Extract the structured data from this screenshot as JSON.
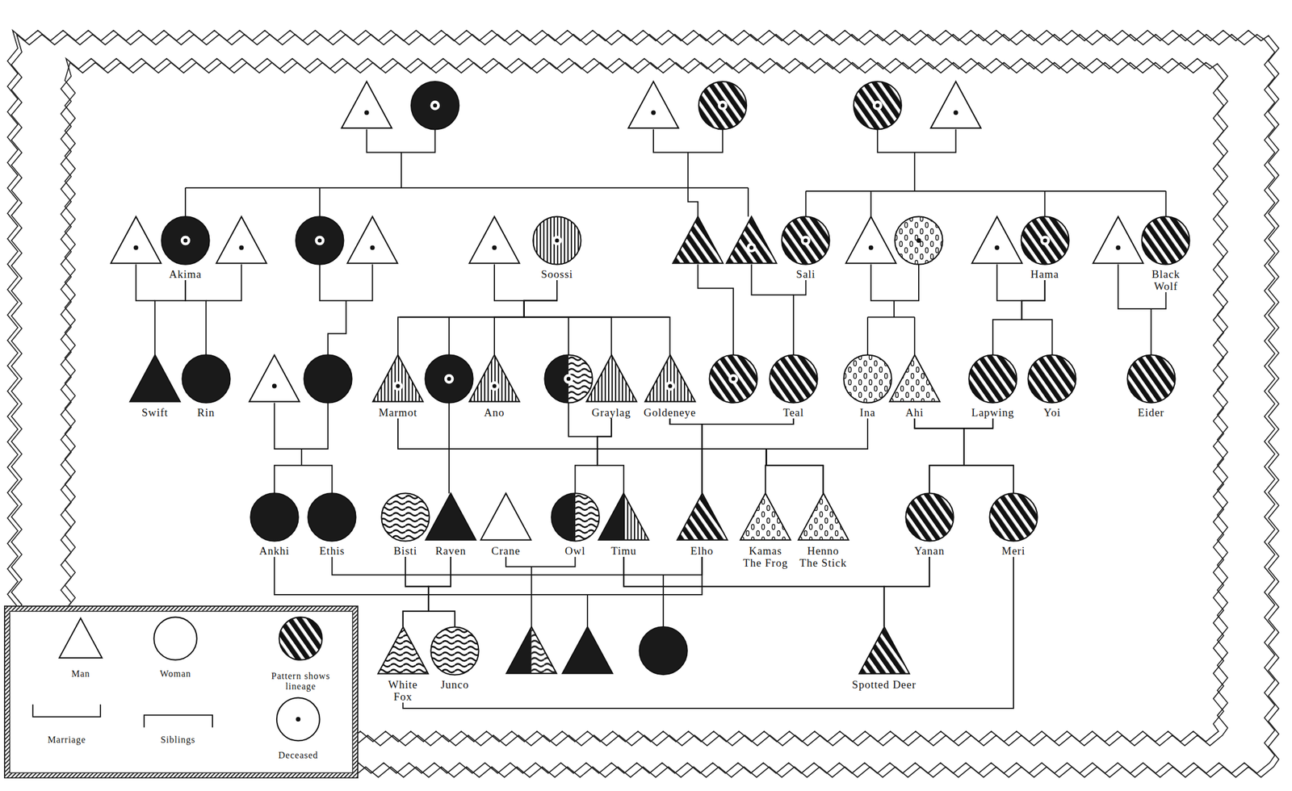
{
  "diagram": {
    "nodes": [
      {
        "text": [
          "Akima"
        ]
      },
      {
        "text": [
          "Soossi"
        ]
      },
      {
        "text": [
          "Sali"
        ]
      },
      {
        "text": [
          "Hama"
        ]
      },
      {
        "text": [
          "Black Wolf"
        ]
      },
      {
        "text": [
          "Swift"
        ]
      },
      {
        "text": [
          "Rin"
        ]
      },
      {
        "text": [
          "Marmot"
        ]
      },
      {
        "text": [
          "Ano"
        ]
      },
      {
        "text": [
          "Graylag"
        ]
      },
      {
        "text": [
          "Goldeneye"
        ]
      },
      {
        "text": [
          "Teal"
        ]
      },
      {
        "text": [
          "Ina"
        ]
      },
      {
        "text": [
          "Ahi"
        ]
      },
      {
        "text": [
          "Lapwing"
        ]
      },
      {
        "text": [
          "Yoi"
        ]
      },
      {
        "text": [
          "Eider"
        ]
      },
      {
        "text": [
          "Ankhi"
        ]
      },
      {
        "text": [
          "Ethis"
        ]
      },
      {
        "text": [
          "Bisti"
        ]
      },
      {
        "text": [
          "Raven"
        ]
      },
      {
        "text": [
          "Crane"
        ]
      },
      {
        "text": [
          "Owl"
        ]
      },
      {
        "text": [
          "Timu"
        ]
      },
      {
        "text": [
          "Elho"
        ]
      },
      {
        "text": [
          "Kamas The Frog"
        ]
      },
      {
        "text": [
          "Henno The Stick"
        ]
      },
      {
        "text": [
          "Yanan"
        ]
      },
      {
        "text": [
          "Meri"
        ]
      },
      {
        "text": [
          "White Fox"
        ]
      },
      {
        "text": [
          "Junco"
        ]
      },
      {
        "text": [
          "Spotted Deer"
        ]
      }
    ],
    "edges": [
      {
        "from": 0,
        "to": 5,
        "arrow": "none"
      },
      {
        "from": 0,
        "to": 6,
        "arrow": "none"
      },
      {
        "from": 1,
        "to": 7,
        "arrow": "none"
      },
      {
        "from": 1,
        "to": 8,
        "arrow": "none"
      },
      {
        "from": 1,
        "to": 9,
        "arrow": "none"
      },
      {
        "from": 1,
        "to": 10,
        "arrow": "none"
      },
      {
        "from": 2,
        "to": 11,
        "arrow": "none"
      },
      {
        "from": 3,
        "to": 14,
        "arrow": "none"
      },
      {
        "from": 3,
        "to": 15,
        "arrow": "none"
      },
      {
        "from": 4,
        "to": 16,
        "arrow": "none"
      },
      {
        "from": 10,
        "to": 11,
        "arrow": "none"
      },
      {
        "from": 7,
        "to": 12,
        "arrow": "none"
      },
      {
        "from": 13,
        "to": 14,
        "arrow": "none"
      },
      {
        "from": 7,
        "to": 25,
        "arrow": "none"
      },
      {
        "from": 7,
        "to": 26,
        "arrow": "none"
      },
      {
        "from": 12,
        "to": 25,
        "arrow": "none"
      },
      {
        "from": 12,
        "to": 26,
        "arrow": "none"
      },
      {
        "from": 10,
        "to": 24,
        "arrow": "none"
      },
      {
        "from": 11,
        "to": 24,
        "arrow": "none"
      },
      {
        "from": 13,
        "to": 27,
        "arrow": "none"
      },
      {
        "from": 13,
        "to": 28,
        "arrow": "none"
      },
      {
        "from": 14,
        "to": 27,
        "arrow": "none"
      },
      {
        "from": 14,
        "to": 28,
        "arrow": "none"
      },
      {
        "from": 9,
        "to": 22,
        "arrow": "none"
      },
      {
        "from": 9,
        "to": 23,
        "arrow": "none"
      },
      {
        "from": 17,
        "to": 18,
        "arrow": "none"
      },
      {
        "from": 19,
        "to": 20,
        "arrow": "none"
      },
      {
        "from": 19,
        "to": 29,
        "arrow": "none"
      },
      {
        "from": 19,
        "to": 30,
        "arrow": "none"
      },
      {
        "from": 20,
        "to": 29,
        "arrow": "none"
      },
      {
        "from": 20,
        "to": 30,
        "arrow": "none"
      },
      {
        "from": 21,
        "to": 22,
        "arrow": "none"
      },
      {
        "from": 17,
        "to": 24,
        "arrow": "none"
      },
      {
        "from": 18,
        "to": 24,
        "arrow": "none"
      },
      {
        "from": 23,
        "to": 27,
        "arrow": "none"
      },
      {
        "from": 23,
        "to": 31,
        "arrow": "none"
      },
      {
        "from": 27,
        "to": 31,
        "arrow": "none"
      },
      {
        "from": 28,
        "to": 29,
        "arrow": "none"
      }
    ],
    "legend": [
      {
        "text": "Man"
      },
      {
        "text": "Woman"
      },
      {
        "text": "Pattern shows lineage"
      },
      {
        "text": "Marriage"
      },
      {
        "text": "Siblings"
      },
      {
        "text": "Deceased"
      }
    ]
  }
}
